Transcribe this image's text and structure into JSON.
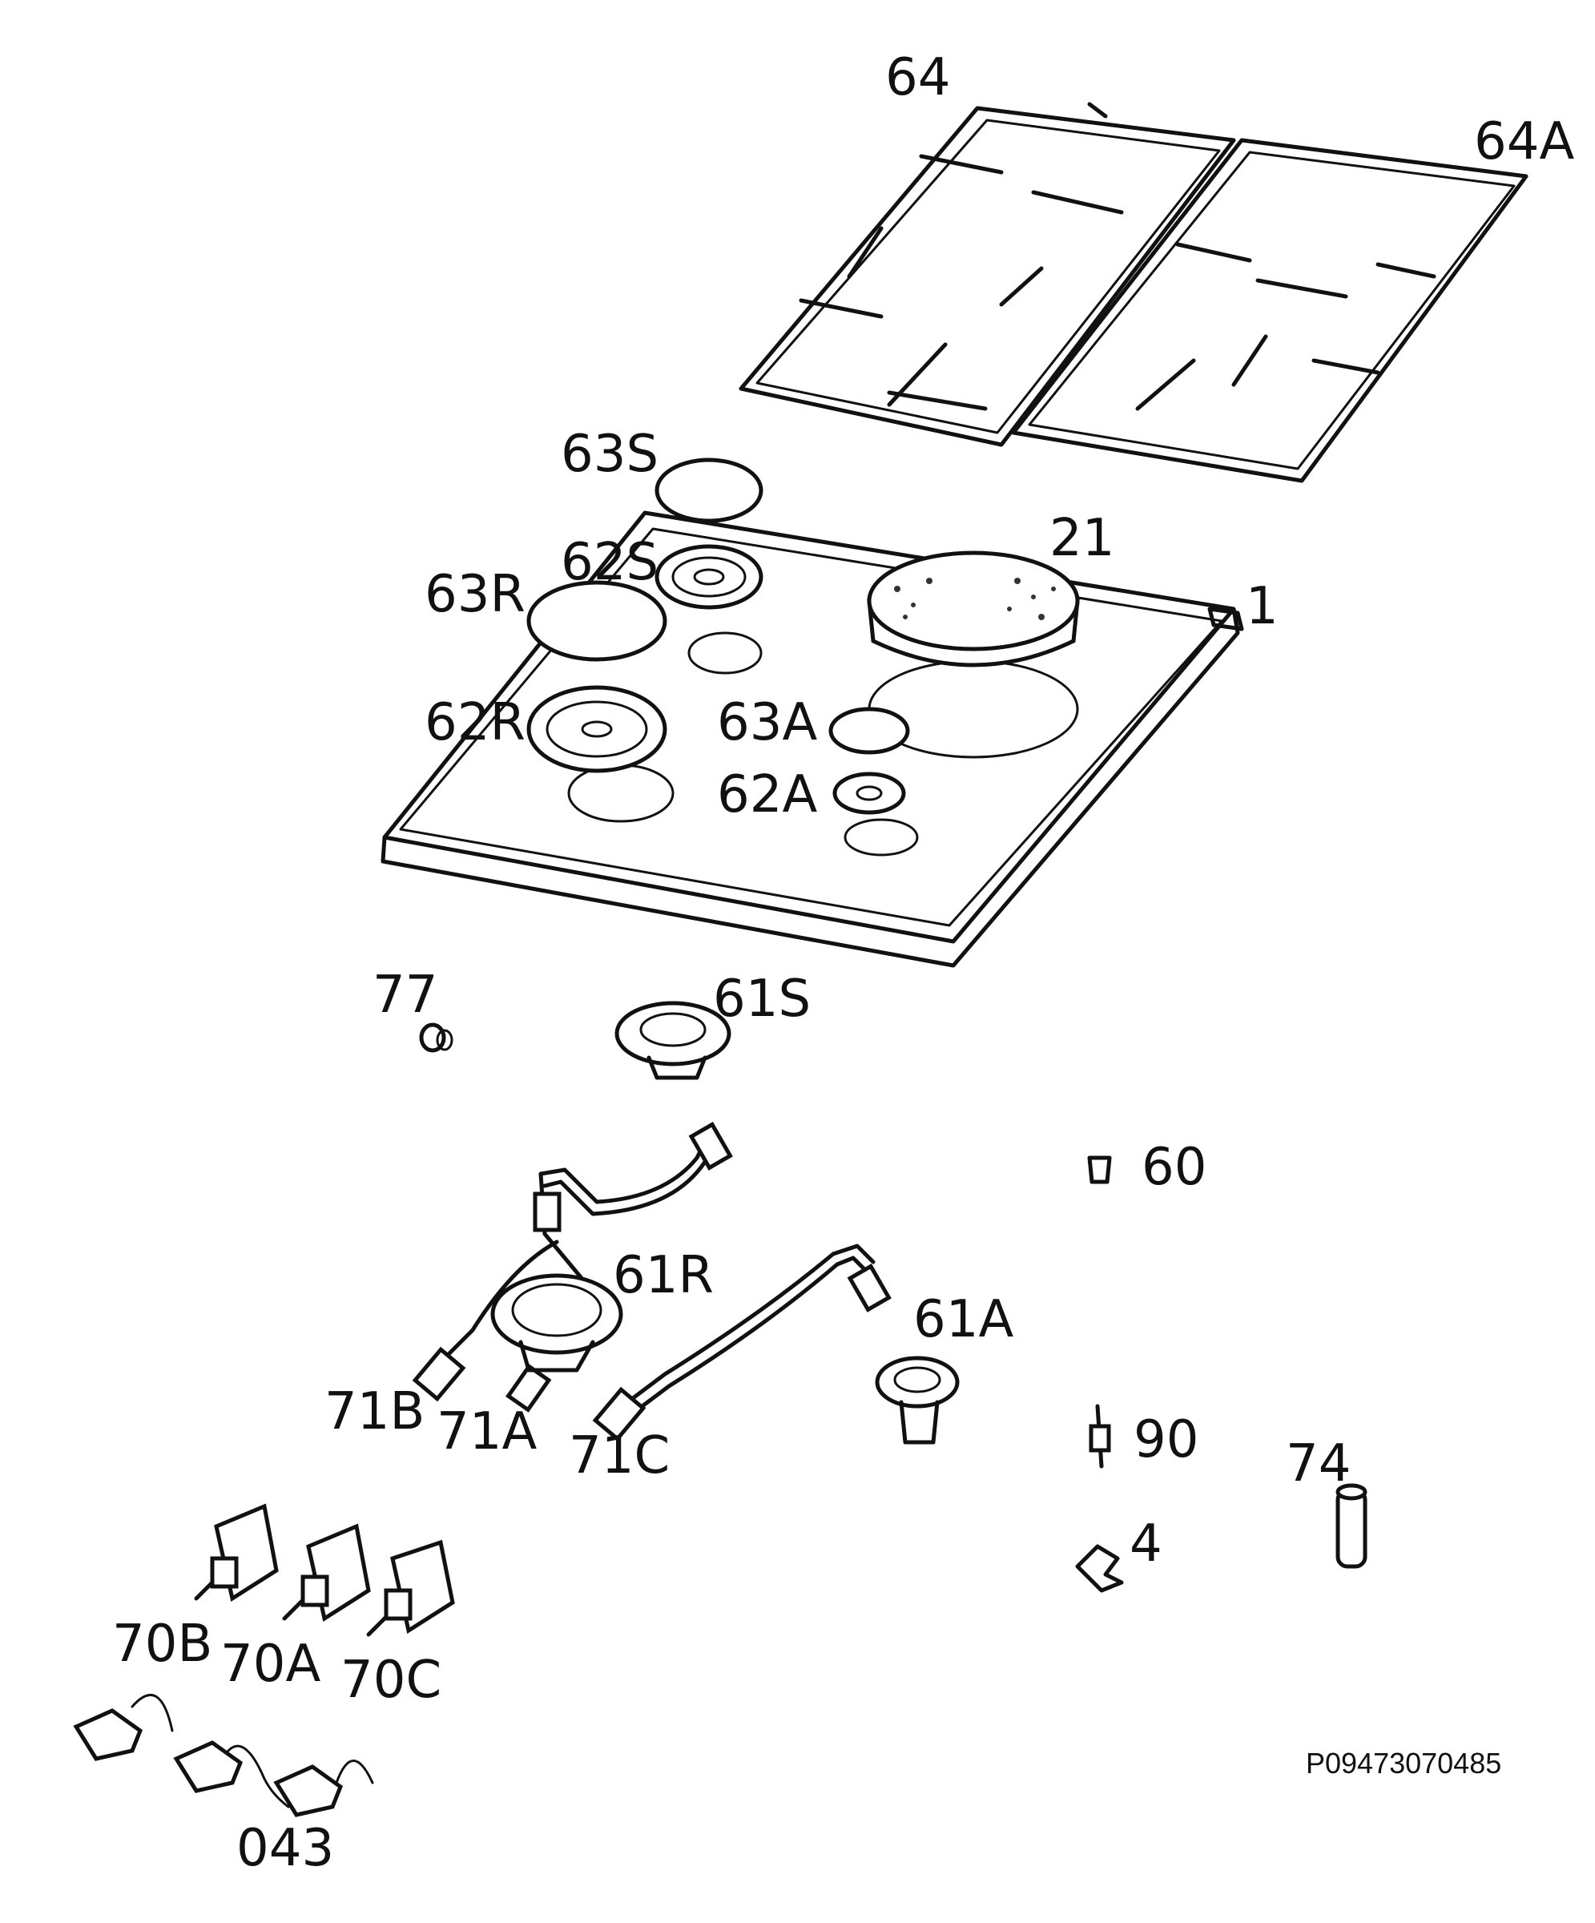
{
  "parts": {
    "p64": "64",
    "p64A": "64A",
    "p63S": "63S",
    "p62S": "62S",
    "p21": "21",
    "p1": "1",
    "p63R": "63R",
    "p62R": "62R",
    "p63A": "63A",
    "p62A": "62A",
    "p77": "77",
    "p61S": "61S",
    "p60": "60",
    "p61R": "61R",
    "p61A": "61A",
    "p71B": "71B",
    "p71A": "71A",
    "p71C": "71C",
    "p90": "90",
    "p74": "74",
    "p4": "4",
    "p70B": "70B",
    "p70A": "70A",
    "p70C": "70C",
    "p043": "043"
  },
  "drawing_code": "P09473070485"
}
